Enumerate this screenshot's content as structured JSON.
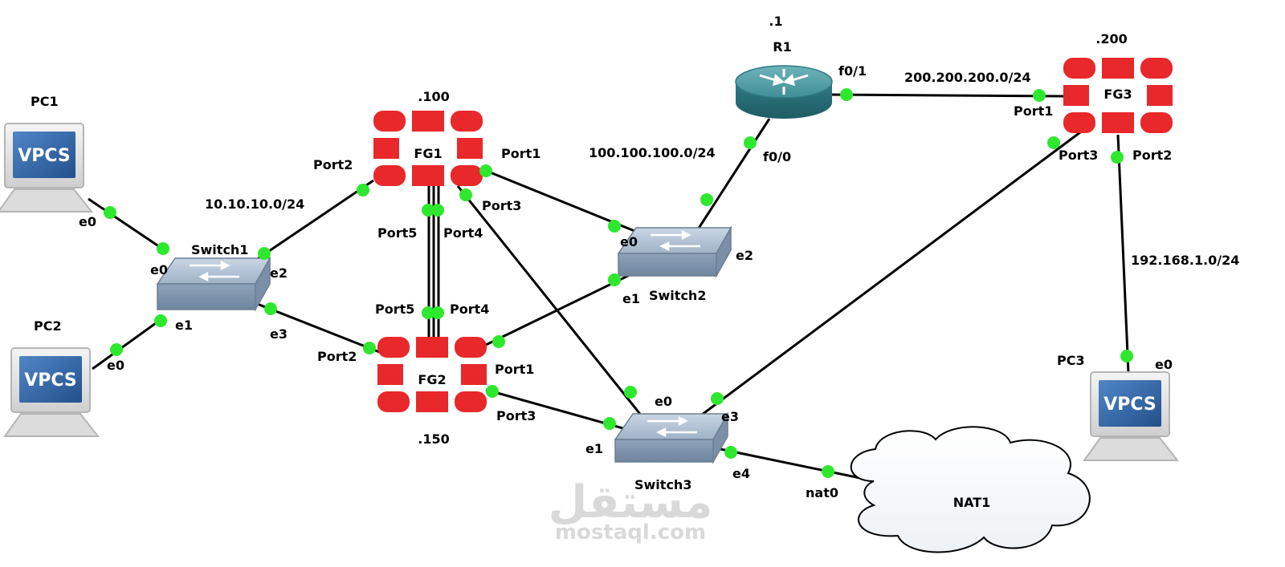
{
  "devices": {
    "pc1": {
      "name": "PC1",
      "screen_text": "VPCS",
      "ports": {
        "e0": "e0"
      }
    },
    "pc2": {
      "name": "PC2",
      "screen_text": "VPCS",
      "ports": {
        "e0": "e0"
      }
    },
    "pc3": {
      "name": "PC3",
      "screen_text": "VPCS",
      "ports": {
        "e0": "e0"
      }
    },
    "switch1": {
      "name": "Switch1",
      "ports": {
        "e0": "e0",
        "e1": "e1",
        "e2": "e2",
        "e3": "e3"
      }
    },
    "switch2": {
      "name": "Switch2",
      "ports": {
        "e0": "e0",
        "e1": "e1",
        "e2": "e2"
      }
    },
    "switch3": {
      "name": "Switch3",
      "ports": {
        "e0": "e0",
        "e1": "e1",
        "e3": "e3",
        "e4": "e4"
      }
    },
    "fg1": {
      "name": "FG1",
      "ip": ".100",
      "ports": {
        "port1": "Port1",
        "port2": "Port2",
        "port3": "Port3",
        "port4": "Port4",
        "port5": "Port5"
      }
    },
    "fg2": {
      "name": "FG2",
      "ip": ".150",
      "ports": {
        "port1": "Port1",
        "port2": "Port2",
        "port3": "Port3",
        "port4": "Port4",
        "port5": "Port5"
      }
    },
    "fg3": {
      "name": "FG3",
      "ip": ".200",
      "ports": {
        "port1": "Port1",
        "port2": "Port2",
        "port3": "Port3"
      }
    },
    "r1": {
      "name": "R1",
      "ip": ".1",
      "ports": {
        "f00": "f0/0",
        "f01": "f0/1"
      }
    },
    "nat1": {
      "name": "NAT1",
      "ports": {
        "nat0": "nat0"
      }
    }
  },
  "subnets": {
    "lan1": "10.10.10.0/24",
    "wan1": "100.100.100.0/24",
    "wan2": "200.200.200.0/24",
    "lan3": "192.168.1.0/24"
  },
  "watermark": {
    "arabic": "مستقل",
    "url": "mostaql.com"
  },
  "colors": {
    "fortigate": "#e8282b",
    "port_dot": "#2ee82e",
    "switch": "#8fa3bb",
    "router": "#3a8a94",
    "vpcs_screen": "#3b6fb0"
  }
}
